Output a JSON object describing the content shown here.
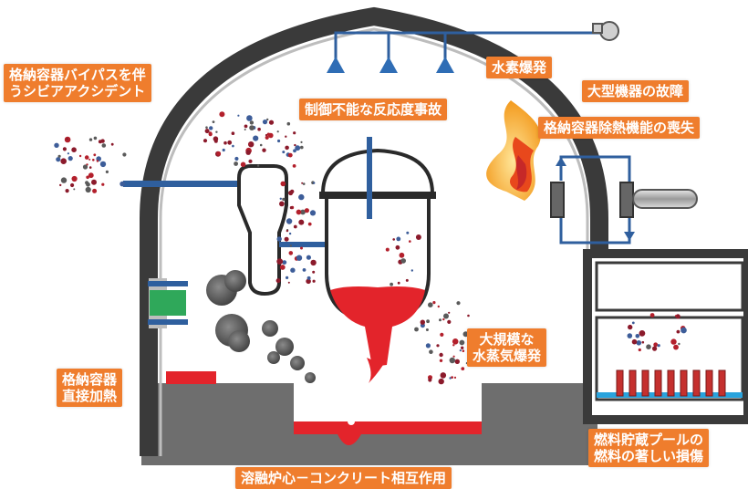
{
  "labels": {
    "bypass": [
      "格納容器バイパスを伴",
      "うシビアアクシデント"
    ],
    "reactivity": "制御不能な反応度事故",
    "hydrogen": "水素爆発",
    "large_equipment": "大型機器の故障",
    "heat_removal": "格納容器除熱機能の喪失",
    "steam_explosion": [
      "大規模な",
      "水蒸気爆発"
    ],
    "direct_heating": [
      "格納容器",
      "直接加熱"
    ],
    "mcci": "溶融炉心－コンクリート相互作用",
    "spent_fuel": [
      "燃料貯蔵プールの",
      "燃料の著しい損傷"
    ]
  },
  "colors": {
    "label_bg": "#ef7d2d",
    "label_text": "#ffffff",
    "containment_wall": "#404040",
    "concrete_base": "#6e6e6e",
    "piping": "#2f5f9e",
    "molten_core": "#e3242b",
    "fire_outer": "#f7b733",
    "fire_inner": "#e8481c",
    "valve_green": "#2fa85a",
    "pool_water": "#29a3dd"
  },
  "icons": [
    "spray-nozzle-icon",
    "fire-icon",
    "pump-icon",
    "valve-icon",
    "smoke-icon",
    "debris-particles-icon"
  ]
}
